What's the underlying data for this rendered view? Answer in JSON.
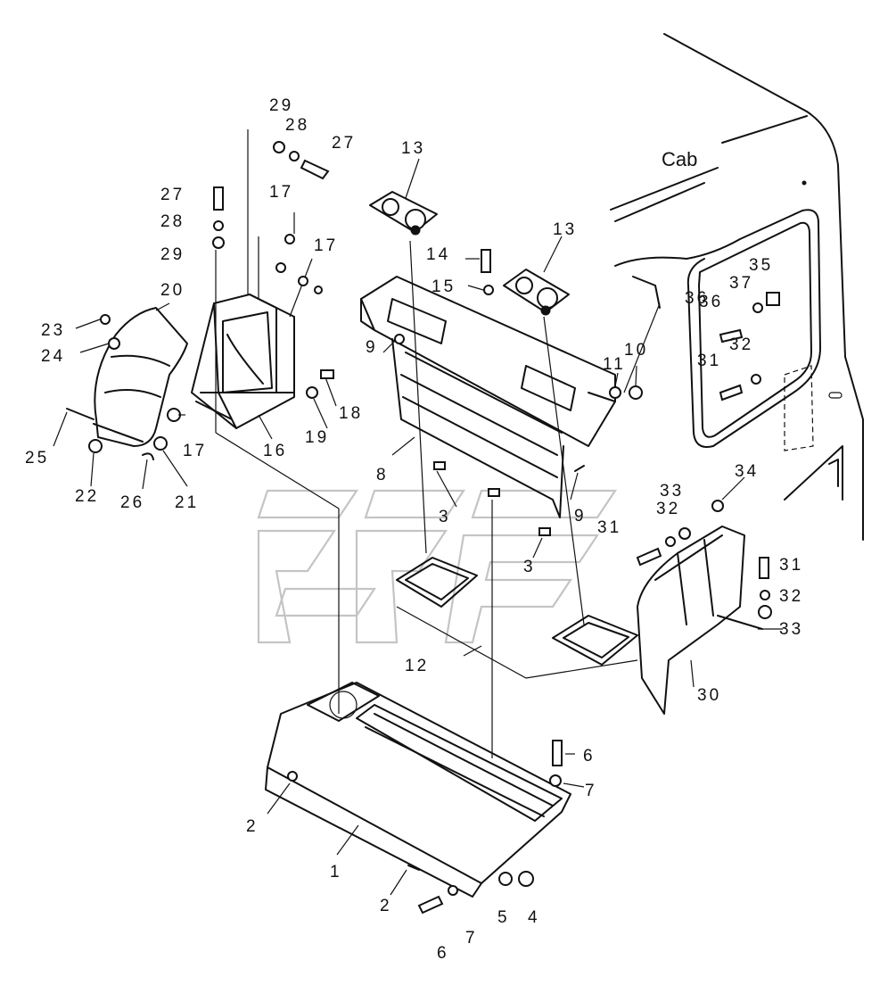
{
  "cab_label": "Cab",
  "part_labels": {
    "l1": "1",
    "l2a": "2",
    "l2b": "2",
    "l3a": "3",
    "l3b": "3",
    "l4": "4",
    "l5": "5",
    "l6a": "6",
    "l6b": "6",
    "l7a": "7",
    "l7b": "7",
    "l8": "8",
    "l9a": "9",
    "l9b": "9",
    "l10": "10",
    "l11": "11",
    "l12": "12",
    "l13a": "13",
    "l13b": "13",
    "l14": "14",
    "l15": "15",
    "l16": "16",
    "l17a": "17",
    "l17b": "17",
    "l17c": "17",
    "l18": "18",
    "l19": "19",
    "l20": "20",
    "l21": "21",
    "l22": "22",
    "l23": "23",
    "l24": "24",
    "l25": "25",
    "l26": "26",
    "l27a": "27",
    "l27b": "27",
    "l28a": "28",
    "l28b": "28",
    "l29a": "29",
    "l29b": "29",
    "l30": "30",
    "l31a": "31",
    "l31b": "31",
    "l31c": "31",
    "l32a": "32",
    "l32b": "32",
    "l32c": "32",
    "l33a": "33",
    "l33b": "33",
    "l34": "34",
    "l35": "35",
    "l36": "36",
    "l37": "37"
  }
}
